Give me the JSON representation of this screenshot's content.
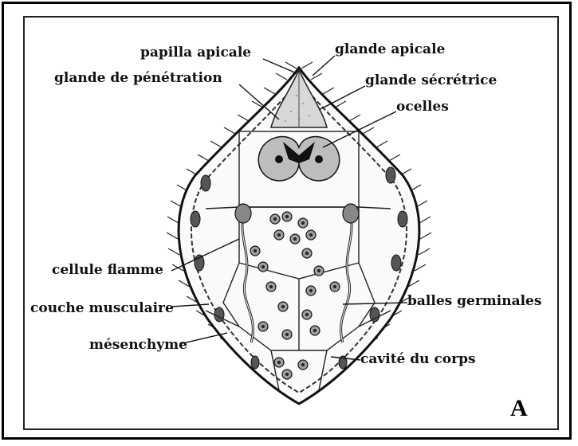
{
  "labels": {
    "papilla_apicale": "papilla apicale",
    "glande_apicale": "glande apicale",
    "glande_penetration": "glande de pénétration",
    "glande_secretrice": "glande sécrétrice",
    "ocelles": "ocelles",
    "cellule_flamme": "cellule flamme",
    "couche_musculaire": "couche musculaire",
    "balles_germinales": "balles germinales",
    "mesenchyme": "mésenchyme",
    "cavite_du_corps": "cavité du corps"
  },
  "panel_letter": "A"
}
